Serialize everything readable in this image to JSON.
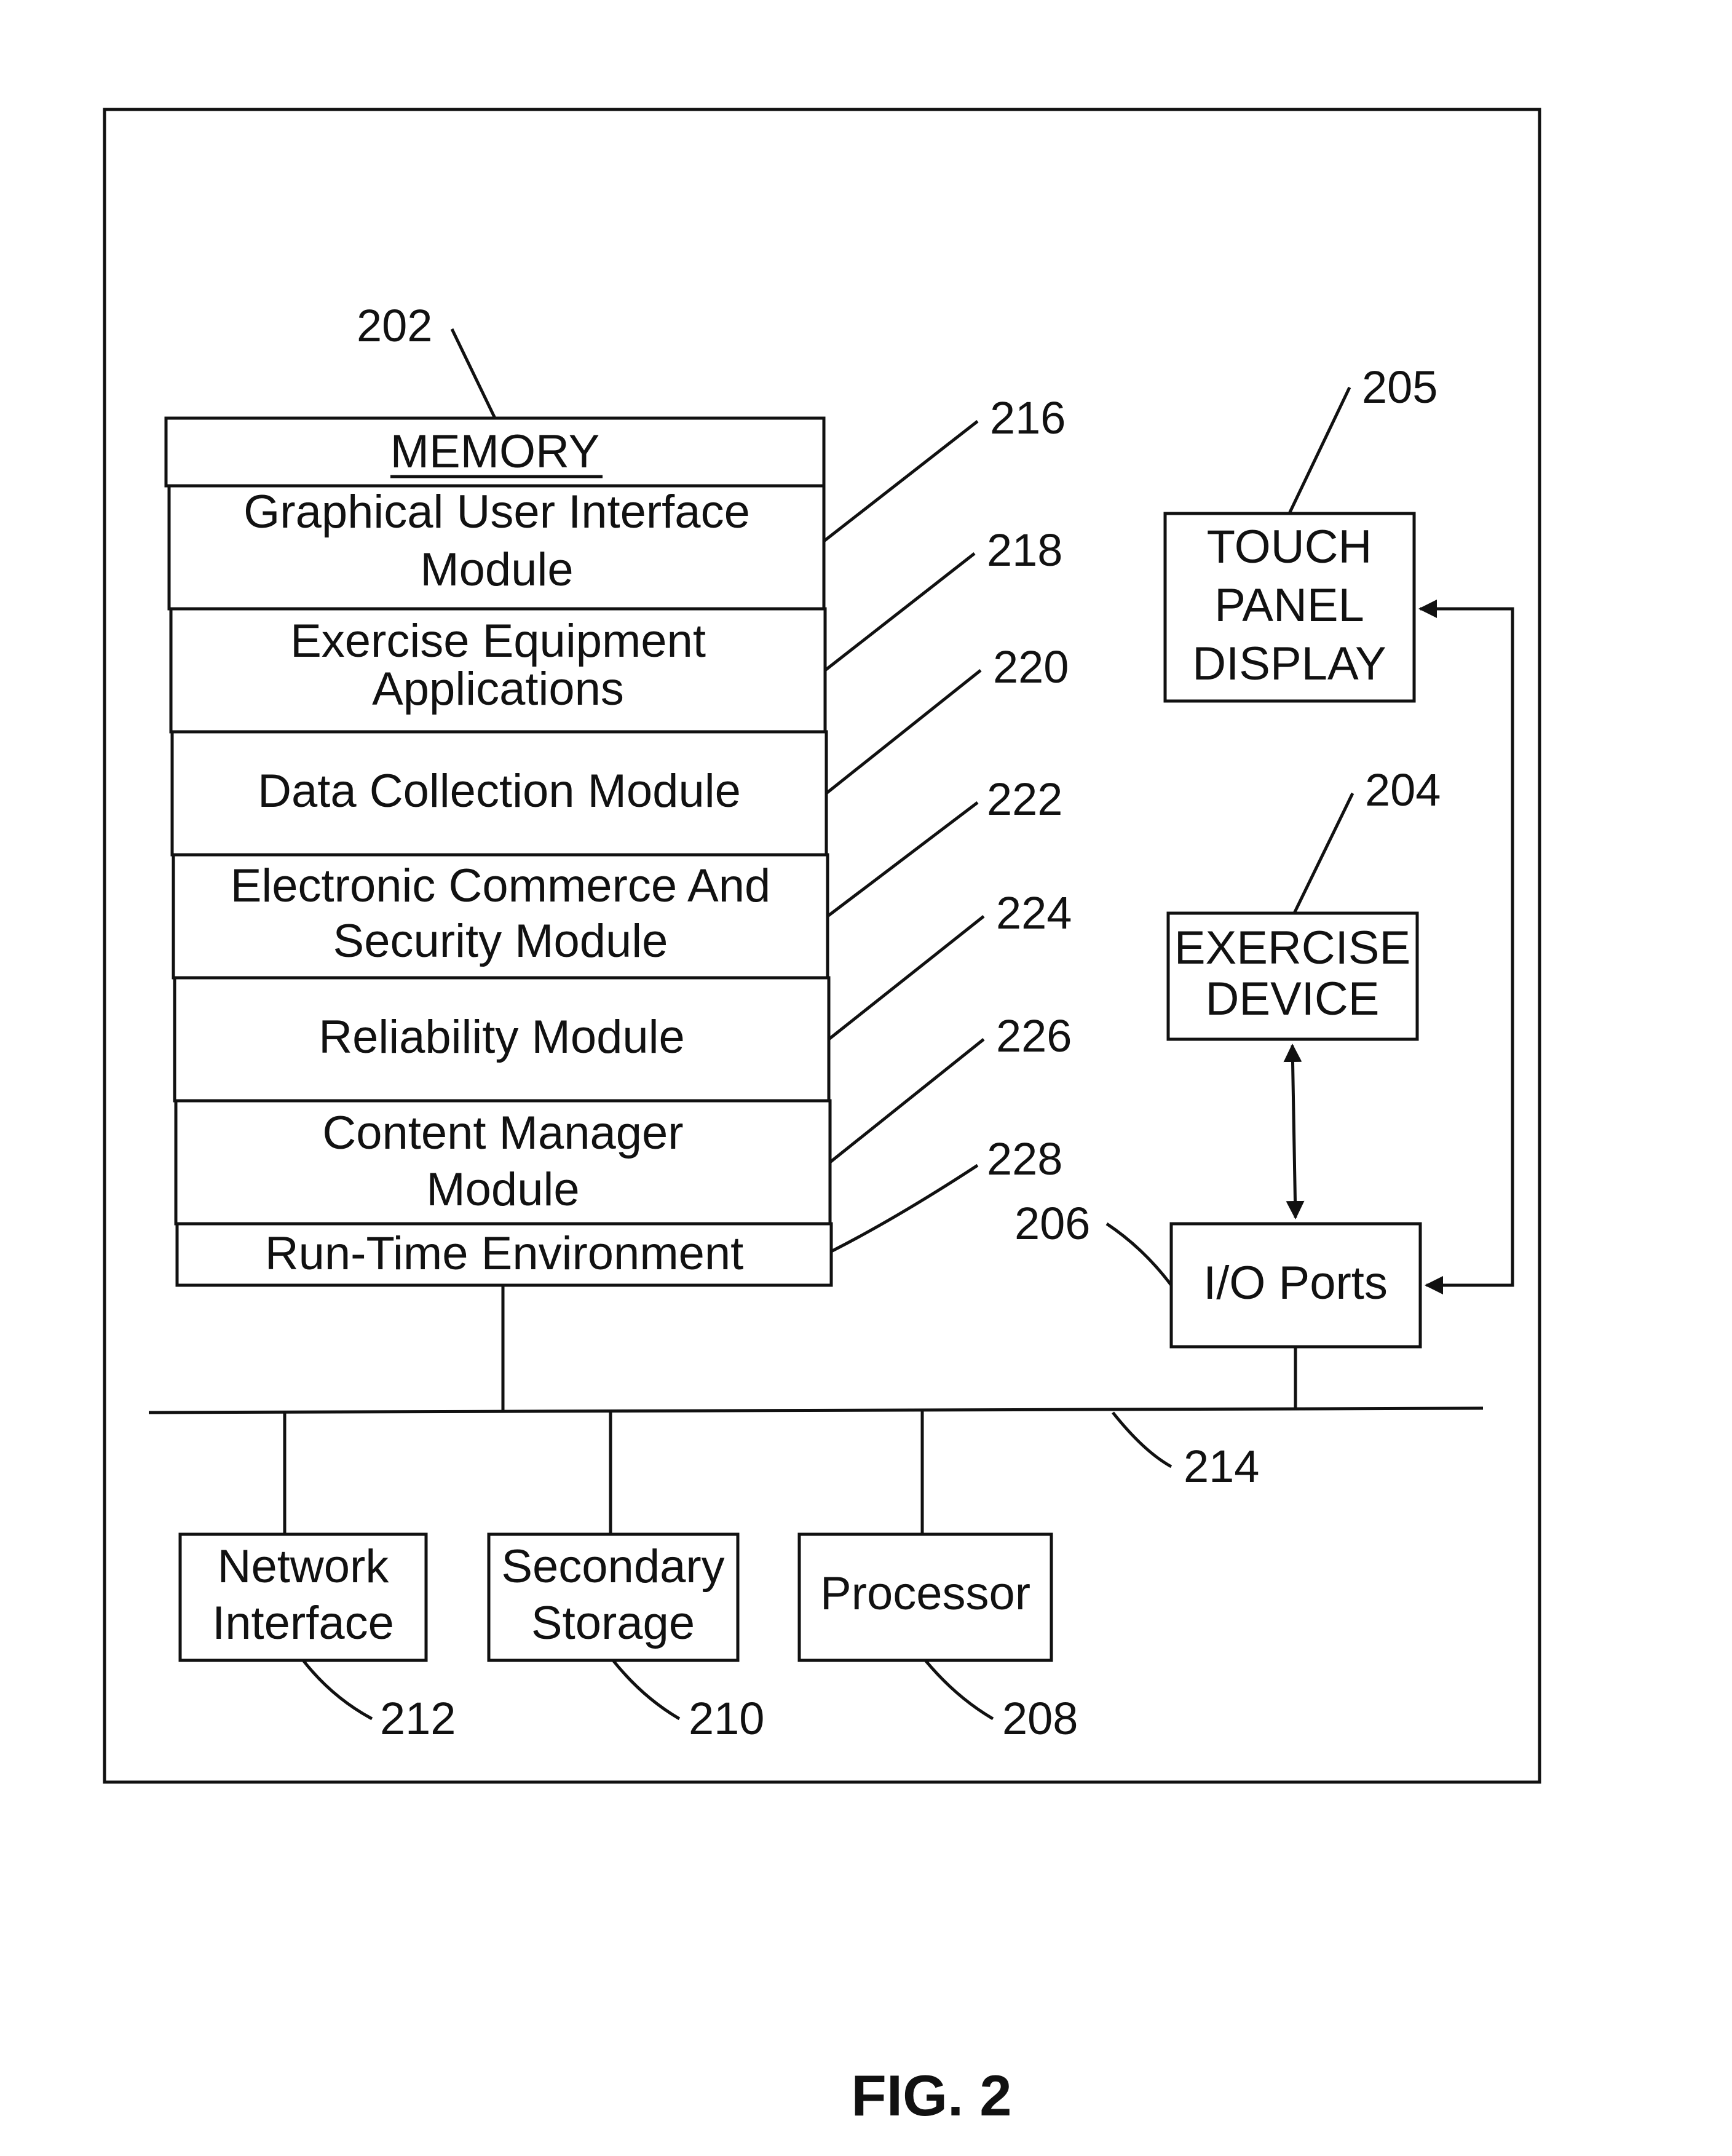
{
  "memory": {
    "label": "MEMORY",
    "modules": [
      {
        "lines": [
          "Graphical User Interface",
          "Module"
        ],
        "ref": "216"
      },
      {
        "lines": [
          "Exercise Equipment",
          "Applications"
        ],
        "ref": "218"
      },
      {
        "lines": [
          "Data Collection Module"
        ],
        "ref": "220"
      },
      {
        "lines": [
          "Electronic Commerce And",
          "Security Module"
        ],
        "ref": "222"
      },
      {
        "lines": [
          "Reliability Module"
        ],
        "ref": "224"
      },
      {
        "lines": [
          "Content Manager",
          "Module"
        ],
        "ref": "226"
      },
      {
        "lines": [
          "Run-Time Environment"
        ],
        "ref": "228"
      }
    ],
    "ref": "202"
  },
  "touch_panel": {
    "lines": [
      "TOUCH",
      "PANEL",
      "DISPLAY"
    ],
    "ref": "205"
  },
  "exercise_device": {
    "lines": [
      "EXERCISE",
      "DEVICE"
    ],
    "ref": "204"
  },
  "io_ports": {
    "lines": [
      "I/O Ports"
    ],
    "ref": "206"
  },
  "bus": {
    "ref": "214"
  },
  "network_interface": {
    "lines": [
      "Network",
      "Interface"
    ],
    "ref": "212"
  },
  "secondary_storage": {
    "lines": [
      "Secondary",
      "Storage"
    ],
    "ref": "210"
  },
  "processor": {
    "lines": [
      "Processor"
    ],
    "ref": "208"
  },
  "figure_label": "FIG. 2"
}
